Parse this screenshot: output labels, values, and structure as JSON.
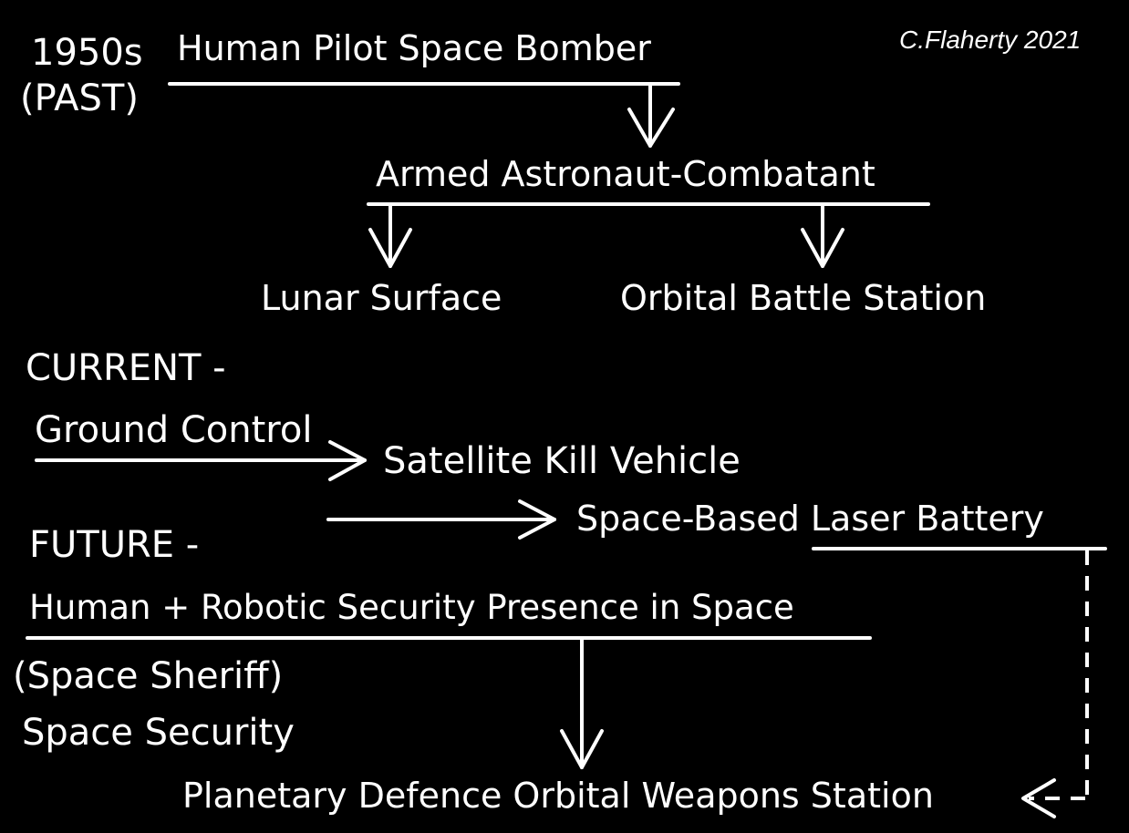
{
  "credit": "C.Flaherty 2021",
  "past": {
    "era": "1950s",
    "era_sub": "(PAST)",
    "bomber": "Human Pilot Space Bomber",
    "astronaut": "Armed Astronaut-Combatant",
    "lunar": "Lunar Surface",
    "orbital": "Orbital Battle Station"
  },
  "current": {
    "heading": "CURRENT -",
    "ground": "Ground Control",
    "kill": "Satellite Kill Vehicle",
    "laser": "Space-Based Laser Battery"
  },
  "future": {
    "heading": "FUTURE -",
    "presence": "Human + Robotic Security Presence in Space",
    "sheriff": "(Space Sheriff)",
    "security": "Space Security",
    "station": "Planetary Defence Orbital Weapons Station"
  }
}
